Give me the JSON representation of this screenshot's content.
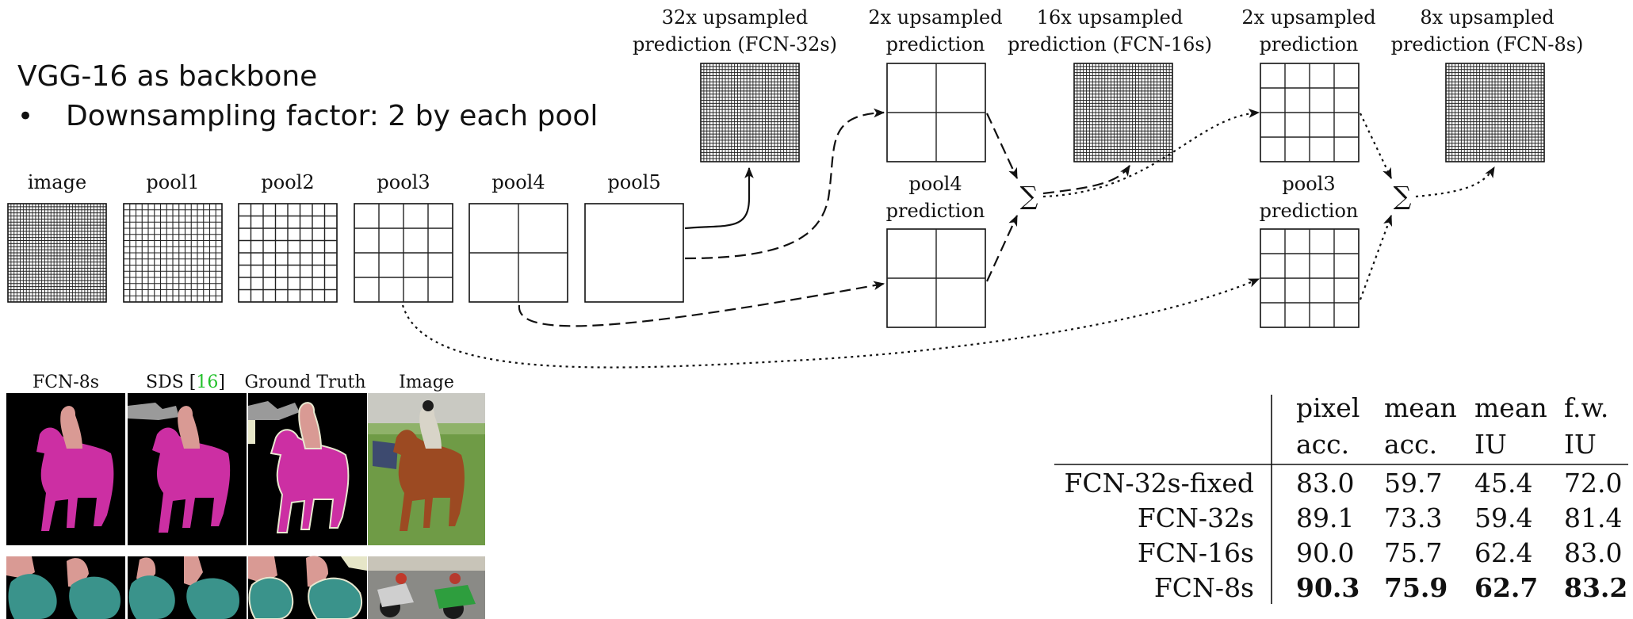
{
  "slide": {
    "title": "VGG-16 as backbone",
    "bullet_marker": "•",
    "bullet": "Downsampling factor: 2 by each pool"
  },
  "layers": [
    {
      "label": "image",
      "divisions": 32
    },
    {
      "label": "pool1",
      "divisions": 16
    },
    {
      "label": "pool2",
      "divisions": 8
    },
    {
      "label": "pool3",
      "divisions": 4
    },
    {
      "label": "pool4",
      "divisions": 2
    },
    {
      "label": "pool5",
      "divisions": 1
    }
  ],
  "predictions": {
    "fcn32": {
      "line1": "32x upsampled",
      "line2": "prediction (FCN-32s)",
      "divisions": 32
    },
    "up2a": {
      "line1": "2x upsampled",
      "line2": "prediction",
      "divisions": 2
    },
    "fcn16": {
      "line1": "16x upsampled",
      "line2": "prediction (FCN-16s)",
      "divisions": 32
    },
    "up2b": {
      "line1": "2x upsampled",
      "line2": "prediction",
      "divisions": 4
    },
    "fcn8": {
      "line1": "8x upsampled",
      "line2": "prediction (FCN-8s)",
      "divisions": 32
    },
    "pool4pred": {
      "line1": "pool4",
      "line2": "prediction",
      "divisions": 2
    },
    "pool3pred": {
      "line1": "pool3",
      "line2": "prediction",
      "divisions": 4
    }
  },
  "sum_symbol": "∑",
  "examples": {
    "headers": [
      "FCN-8s",
      "SDS [",
      "16",
      "]",
      "Ground Truth",
      "Image"
    ],
    "colors": {
      "background": "#000000",
      "horse": "#cc2fa3",
      "person": "#d99a94",
      "clutter": "#9a9a9a",
      "bike": "#3a938b",
      "citation": "#22c02a"
    }
  },
  "table": {
    "headers_line1": [
      "pixel",
      "mean",
      "mean",
      "f.w."
    ],
    "headers_line2": [
      "acc.",
      "acc.",
      "IU",
      "IU"
    ],
    "rows": [
      {
        "name": "FCN-32s-fixed",
        "values": [
          "83.0",
          "59.7",
          "45.4",
          "72.0"
        ],
        "bold": false
      },
      {
        "name": "FCN-32s",
        "values": [
          "89.1",
          "73.3",
          "59.4",
          "81.4"
        ],
        "bold": false
      },
      {
        "name": "FCN-16s",
        "values": [
          "90.0",
          "75.7",
          "62.4",
          "83.0"
        ],
        "bold": false
      },
      {
        "name": "FCN-8s",
        "values": [
          "90.3",
          "75.9",
          "62.7",
          "83.2"
        ],
        "bold": true
      }
    ]
  }
}
